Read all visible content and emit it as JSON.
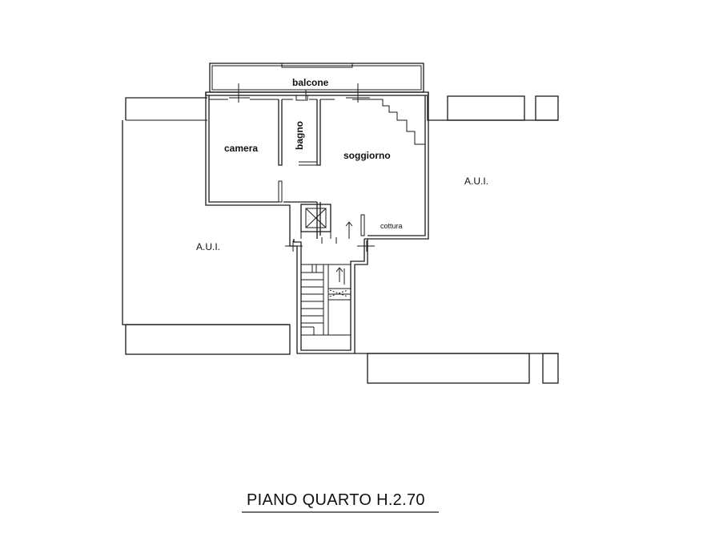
{
  "rooms": {
    "balcone": "balcone",
    "camera": "camera",
    "bagno": "bagno",
    "soggiorno": "soggiorno",
    "cottura": "cottura"
  },
  "aui_left": "A.U.I.",
  "aui_right": "A.U.I.",
  "title": "PIANO QUARTO H.2.70"
}
